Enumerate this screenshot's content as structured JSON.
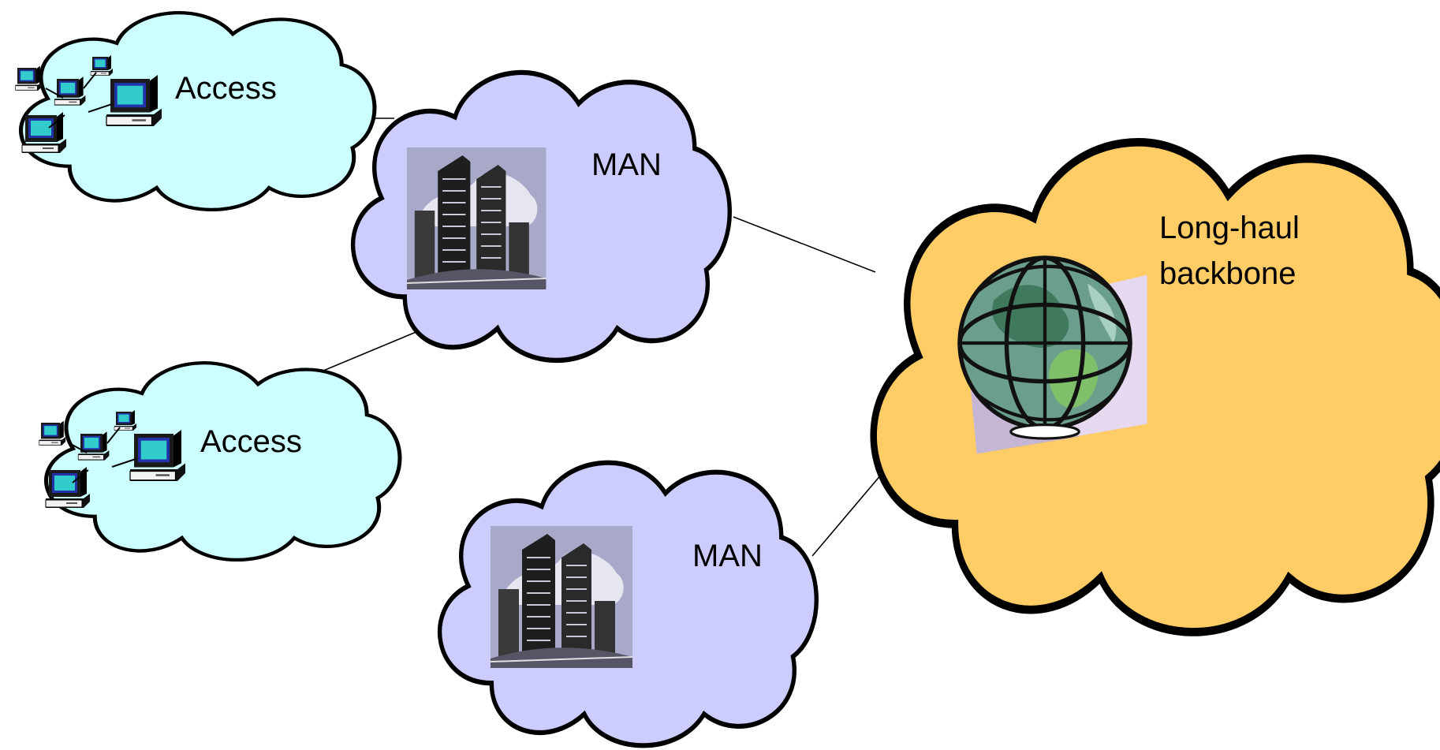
{
  "labels": {
    "access_top": "Access",
    "access_bottom": "Access",
    "man_top": "MAN",
    "man_bottom": "MAN",
    "backbone_line1": "Long-haul",
    "backbone_line2": "backbone"
  },
  "colors": {
    "access_cloud": "#ccffff",
    "man_cloud": "#ccccff",
    "backbone_cloud": "#ffcc66"
  },
  "icons": {
    "access_clouds": "computers-network-icon",
    "man_clouds": "city-buildings-icon",
    "backbone_cloud": "globe-icon"
  }
}
